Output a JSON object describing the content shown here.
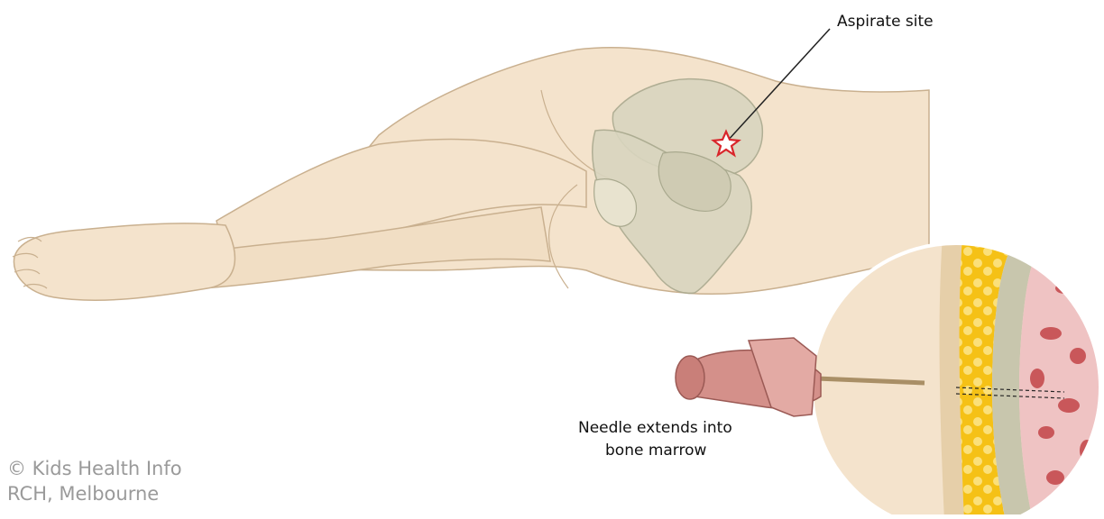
{
  "labels": {
    "aspirate_site": "Aspirate site",
    "needle_line1": "Needle extends into",
    "needle_line2": "bone marrow"
  },
  "credit": {
    "line1": "© Kids Health Info",
    "line2": "RCH, Melbourne"
  },
  "colors": {
    "skin": "#f4e3cc",
    "skin_shadow": "#e9d3b6",
    "outline": "#c9b08f",
    "bone": "#d9d5bf",
    "bone_outline": "#a9a98e",
    "marker": "#d9262b",
    "needle_hub": "#d4908a",
    "marrow_pink": "#efc3c3",
    "marrow_red": "#c9575a",
    "fat_yellow": "#f7c821"
  }
}
